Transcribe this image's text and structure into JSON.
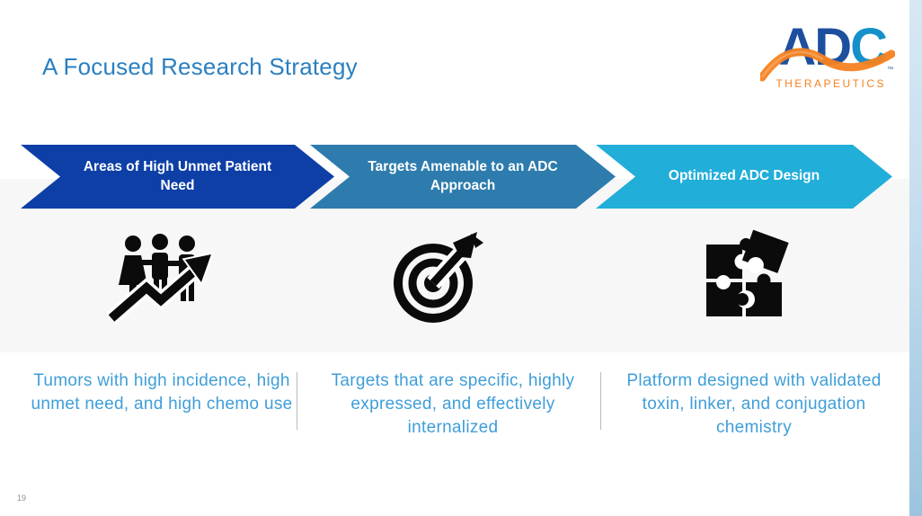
{
  "header": {
    "title": "A Focused Research Strategy"
  },
  "logo": {
    "letter_a": "A",
    "letter_d": "D",
    "letter_c": "C",
    "tm": "™",
    "subtext": "THERAPEUTICS",
    "navy": "#1d4f9f",
    "blue": "#1590ca",
    "orange": "#f58220"
  },
  "pipeline": {
    "steps": [
      {
        "label": "Areas of High Unmet Patient Need",
        "color": "#0d3fa7",
        "icon": "people-growth-icon",
        "description": "Tumors with high incidence, high unmet need, and high chemo use"
      },
      {
        "label": "Targets Amenable to an ADC Approach",
        "color": "#2e7cad",
        "icon": "target-dart-icon",
        "description": "Targets that are specific, highly expressed, and effectively internalized"
      },
      {
        "label": "Optimized ADC Design",
        "color": "#21aed9",
        "icon": "puzzle-icon",
        "description": "Platform designed with validated toxin, linker, and conjugation chemistry"
      }
    ]
  },
  "footer": {
    "page_number": "19"
  },
  "colors": {
    "title_text": "#2b7fc0",
    "description_text": "#3f9ed8",
    "band_background": "#f7f7f7",
    "sidebar_top": "#d7e8f4",
    "sidebar_bottom": "#9cc4df",
    "icon_black": "#0b0b0b",
    "divider_gray": "#b9b9b9"
  }
}
